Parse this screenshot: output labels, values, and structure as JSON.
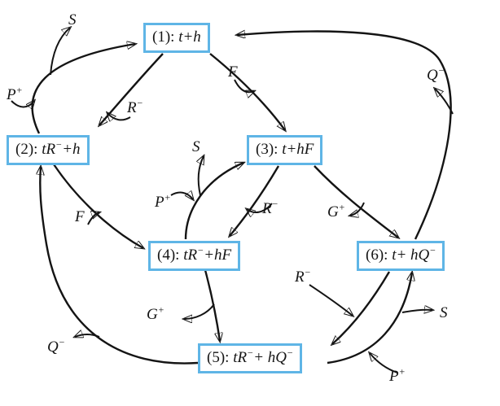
{
  "diagram": {
    "title": "reaction-cycle-state-diagram",
    "colors": {
      "box_border": "#5fb5e6",
      "arrow": "#141414",
      "background": "#ffffff"
    },
    "nodes": {
      "n1": {
        "prefix": "(1): ",
        "f1": "t+h"
      },
      "n2": {
        "prefix": "(2): ",
        "f1": "tR",
        "s1": "−",
        "f2": "+h"
      },
      "n3": {
        "prefix": "(3): ",
        "f1": "t+hF"
      },
      "n4": {
        "prefix": "(4): ",
        "f1": "tR",
        "s1": "−",
        "f2": "+hF"
      },
      "n5": {
        "prefix": "(5): ",
        "f1": "tR",
        "s1": "−",
        "f2": "+ hQ",
        "s2": "−"
      },
      "n6": {
        "prefix": "(6): ",
        "f1": "t+ hQ",
        "s1": "−"
      }
    },
    "labels": {
      "s_top": {
        "base": "S",
        "sup": ""
      },
      "p_left": {
        "base": "P",
        "sup": "+"
      },
      "r_1_2": {
        "base": "R",
        "sup": "−"
      },
      "f_1_3": {
        "base": "F",
        "sup": ""
      },
      "q_top_right": {
        "base": "Q",
        "sup": "−"
      },
      "s_mid": {
        "base": "S",
        "sup": ""
      },
      "p_mid": {
        "base": "P",
        "sup": "+"
      },
      "r_3_4": {
        "base": "R",
        "sup": "−"
      },
      "g_3_6": {
        "base": "G",
        "sup": "+"
      },
      "f_2_4": {
        "base": "F",
        "sup": ""
      },
      "g_4_5": {
        "base": "G",
        "sup": "+"
      },
      "r_6_5": {
        "base": "R",
        "sup": "−"
      },
      "q_bottom_left": {
        "base": "Q",
        "sup": "−"
      },
      "s_bottom_right": {
        "base": "S",
        "sup": ""
      },
      "p_bottom_right": {
        "base": "P",
        "sup": "+"
      }
    }
  }
}
